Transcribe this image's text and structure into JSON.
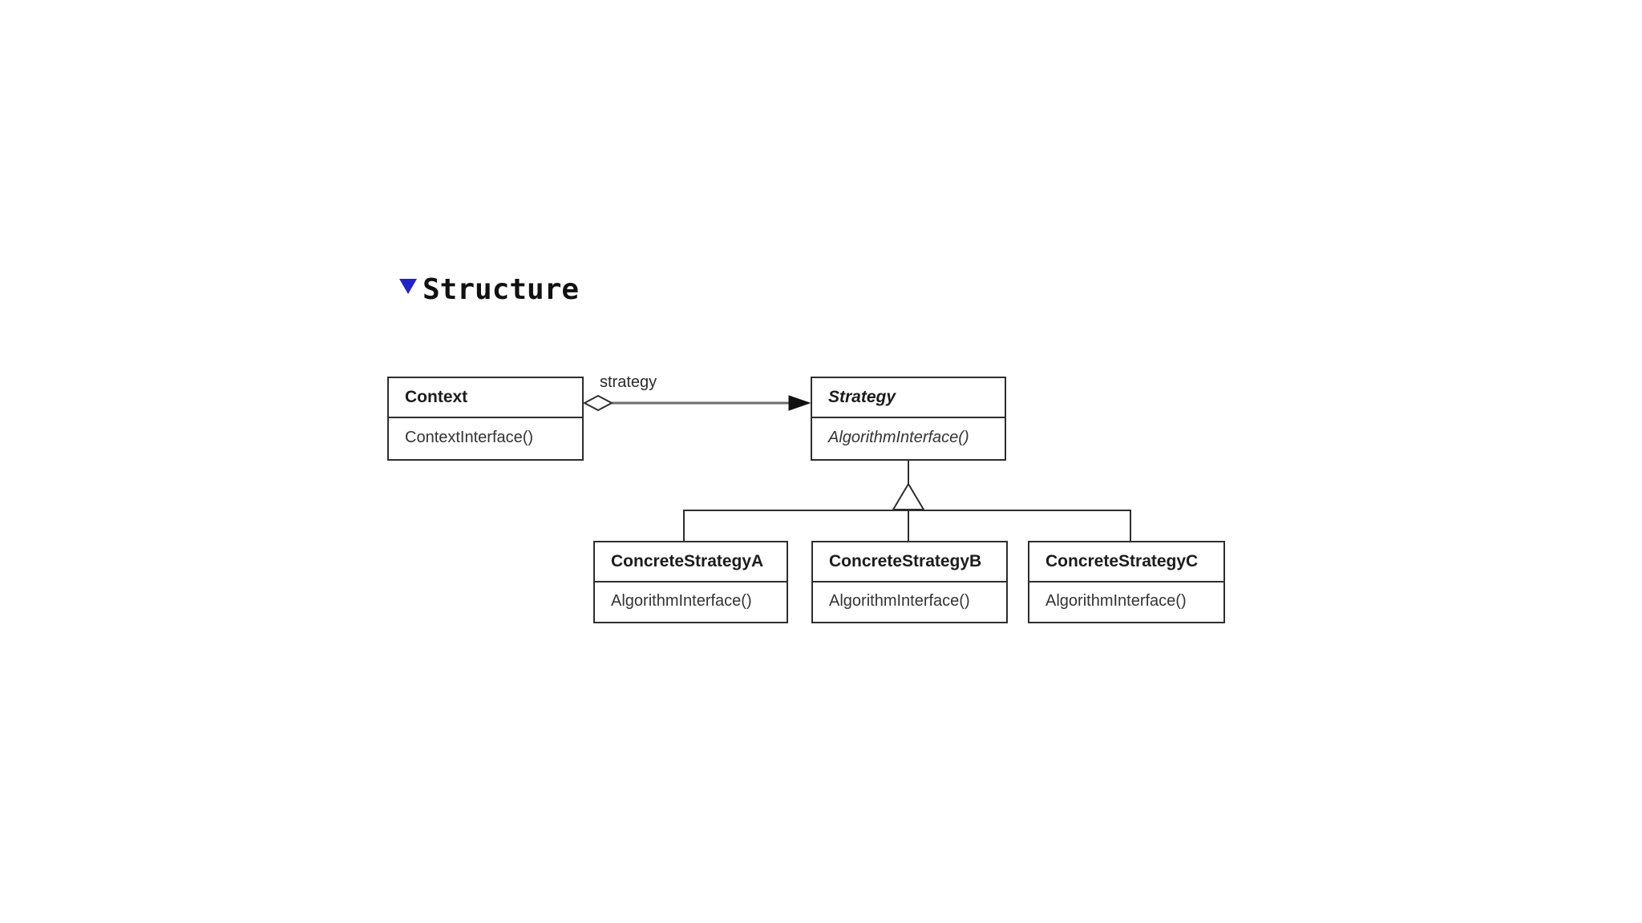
{
  "title": {
    "text": "Structure",
    "marker_icon": "blue-down-triangle"
  },
  "classes": {
    "context": {
      "name": "Context",
      "operation": "ContextInterface()",
      "abstract": false
    },
    "strategy": {
      "name": "Strategy",
      "operation": "AlgorithmInterface()",
      "abstract": true
    },
    "concrete_a": {
      "name": "ConcreteStrategyA",
      "operation": "AlgorithmInterface()",
      "abstract": false
    },
    "concrete_b": {
      "name": "ConcreteStrategyB",
      "operation": "AlgorithmInterface()",
      "abstract": false
    },
    "concrete_c": {
      "name": "ConcreteStrategyC",
      "operation": "AlgorithmInterface()",
      "abstract": false
    }
  },
  "relations": {
    "aggregation": {
      "type": "aggregation",
      "from": "Context",
      "to": "Strategy",
      "label": "strategy",
      "diamond_end": "Context",
      "arrow_end": "Strategy"
    },
    "inheritance": {
      "type": "generalization",
      "parent": "Strategy",
      "children": [
        "ConcreteStrategyA",
        "ConcreteStrategyB",
        "ConcreteStrategyC"
      ]
    }
  },
  "colors": {
    "background": "#ffffff",
    "line": "#2e2e2e",
    "association_line": "#6e6e6e",
    "text": "#1c1c1c",
    "accent_marker": "#2222cc"
  }
}
